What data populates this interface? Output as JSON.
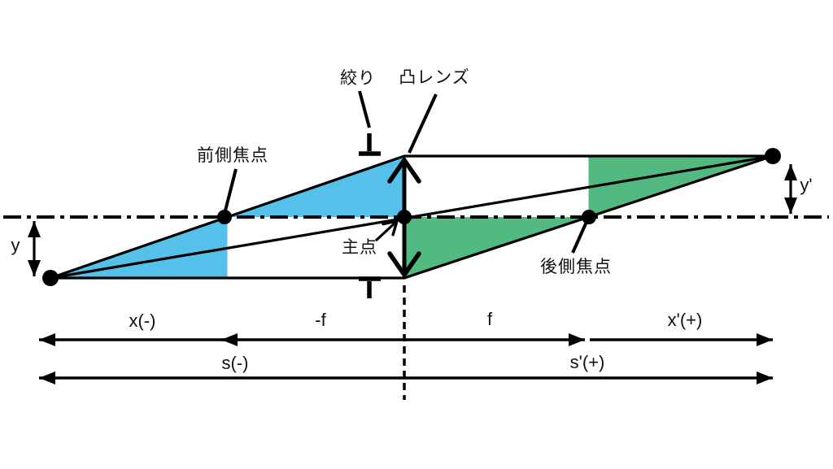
{
  "diagram": {
    "labels": {
      "aperture": "絞り",
      "convex_lens": "凸レンズ",
      "front_focal_point": "前側焦点",
      "principal_point": "主点",
      "rear_focal_point": "後側焦点",
      "object_height": "y",
      "image_height": "y'",
      "x_distance": "x(-)",
      "minus_f_distance": "-f",
      "f_distance": "f",
      "x_prime_distance": "x'(+)",
      "s_distance": "s(-)",
      "s_prime_distance": "s'(+)"
    },
    "colors": {
      "object_space_fill": "#55C1EA",
      "image_space_fill": "#52BA81",
      "line": "#000000",
      "background": "#FFFFFF"
    }
  }
}
